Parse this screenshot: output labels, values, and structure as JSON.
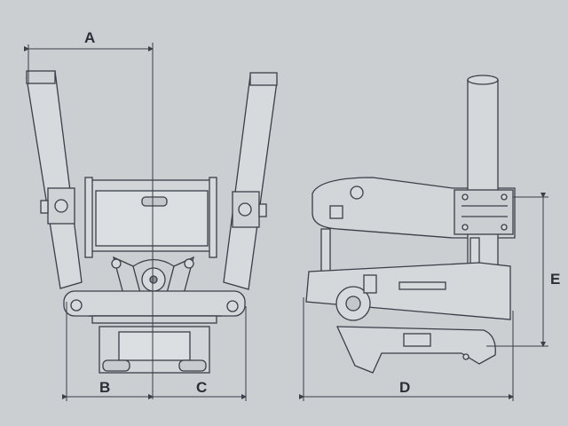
{
  "dimension_labels": {
    "a": "A",
    "b": "B",
    "c": "C",
    "d": "D",
    "e": "E"
  },
  "colors": {
    "background": "#c9cdd0",
    "line": "#3a3f48",
    "fill": "#d7dadc",
    "dark": "#2a2f37"
  }
}
